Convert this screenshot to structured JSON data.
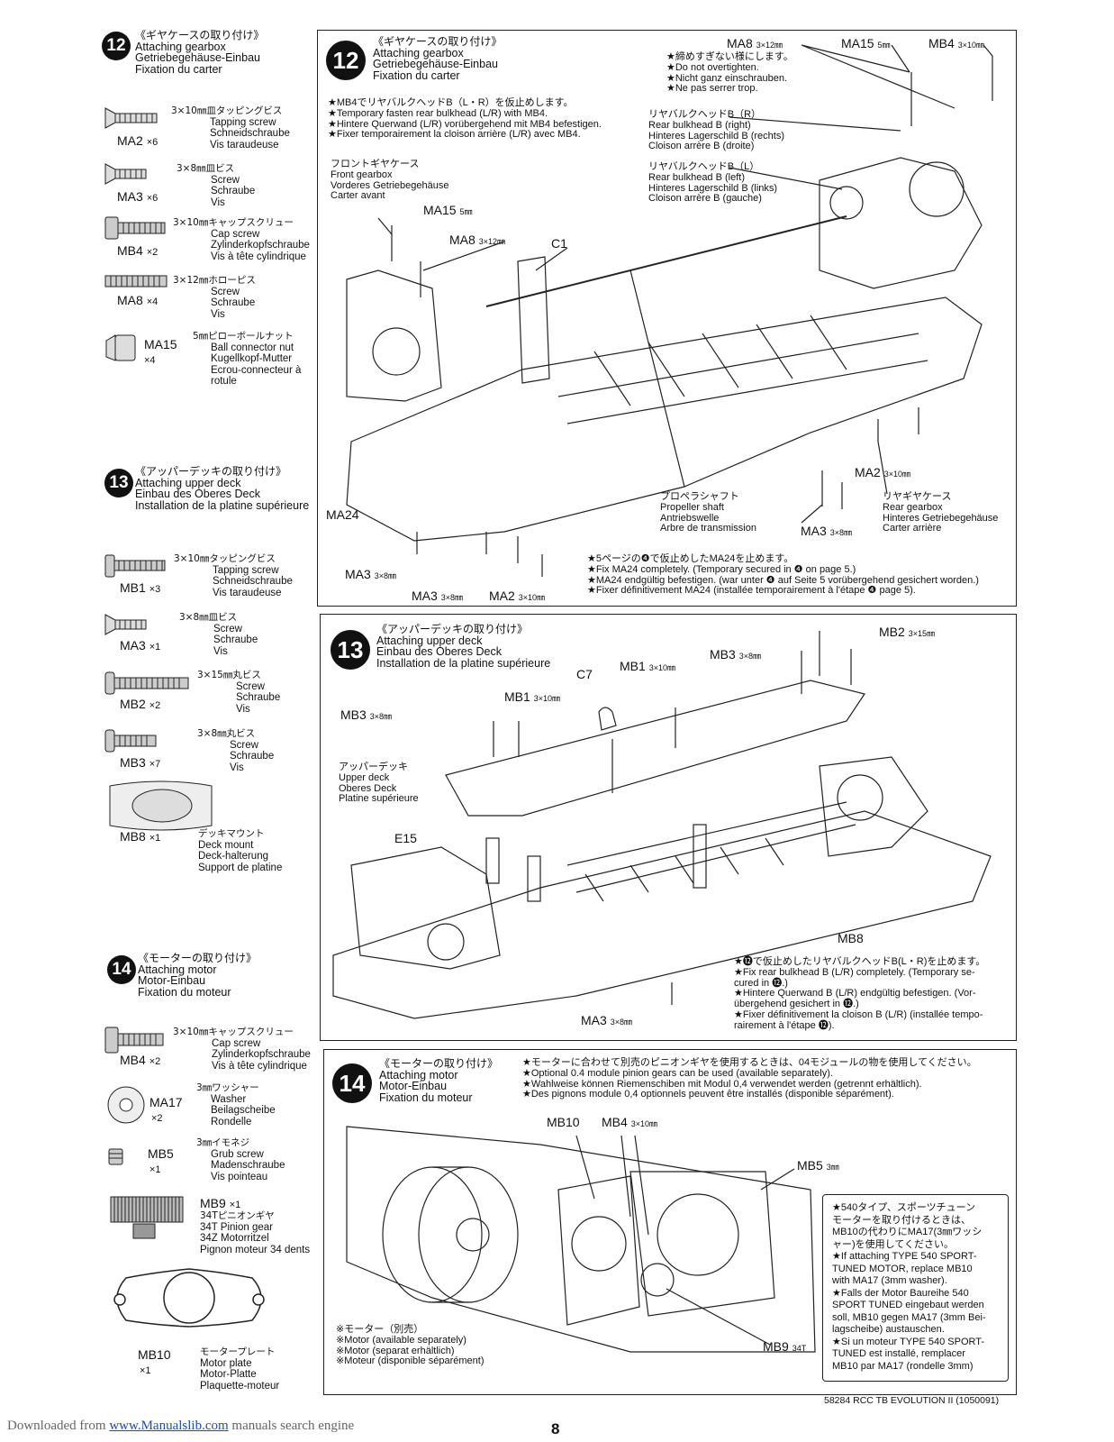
{
  "step12": {
    "num": "12",
    "jp": "《ギヤケースの取り付け》",
    "en": "Attaching gearbox",
    "de": "Getriebegehäuse-Einbau",
    "fr": "Fixation du carter"
  },
  "step13": {
    "num": "13",
    "jp": "《アッパーデッキの取り付け》",
    "en": "Attaching upper deck",
    "de": "Einbau des Oberes Deck",
    "fr": "Installation de la platine supérieure"
  },
  "step14": {
    "num": "14",
    "jp": "《モーターの取り付け》",
    "en": "Attaching motor",
    "de": "Motor-Einbau",
    "fr": "Fixation du moteur"
  },
  "bag12": [
    {
      "code": "MA2",
      "qty": "×6",
      "jp": "3×10㎜皿タッピングビス",
      "en": "Tapping screw",
      "de": "Schneidschraube",
      "fr": "Vis taraudeuse"
    },
    {
      "code": "MA3",
      "qty": "×6",
      "jp": "3×8㎜皿ビス",
      "en": "Screw",
      "de": "Schraube",
      "fr": "Vis"
    },
    {
      "code": "MB4",
      "qty": "×2",
      "jp": "3×10㎜キャップスクリュー",
      "en": "Cap screw",
      "de": "Zylinderkopfschraube",
      "fr": "Vis à tête cylindrique"
    },
    {
      "code": "MA8",
      "qty": "×4",
      "jp": "3×12㎜ホローピス",
      "en": "Screw",
      "de": "Schraube",
      "fr": "Vis"
    },
    {
      "code": "MA15",
      "qty": "×4",
      "jp": "5㎜ピローボールナット",
      "en": "Ball connector nut",
      "de": "Kugellkopf-Mutter",
      "fr": "Ecrou-connecteur à",
      "fr2": "rotule"
    }
  ],
  "bag13": [
    {
      "code": "MB1",
      "qty": "×3",
      "jp": "3×10㎜タッピングビス",
      "en": "Tapping screw",
      "de": "Schneidschraube",
      "fr": "Vis taraudeuse"
    },
    {
      "code": "MA3",
      "qty": "×1",
      "jp": "3×8㎜皿ビス",
      "en": "Screw",
      "de": "Schraube",
      "fr": "Vis"
    },
    {
      "code": "MB2",
      "qty": "×2",
      "jp": "3×15㎜丸ビス",
      "en": "Screw",
      "de": "Schraube",
      "fr": "Vis"
    },
    {
      "code": "MB3",
      "qty": "×7",
      "jp": "3×8㎜丸ビス",
      "en": "Screw",
      "de": "Schraube",
      "fr": "Vis"
    },
    {
      "code": "MB8",
      "qty": "×1",
      "jp": "デッキマウント",
      "en": "Deck mount",
      "de": "Deck-halterung",
      "fr": "Support de platine"
    }
  ],
  "bag14": [
    {
      "code": "MB4",
      "qty": "×2",
      "jp": "3×10㎜キャップスクリュー",
      "en": "Cap screw",
      "de": "Zylinderkopfschraube",
      "fr": "Vis à tête cylindrique"
    },
    {
      "code": "MA17",
      "qty": "×2",
      "jp": "3㎜ワッシャー",
      "en": "Washer",
      "de": "Beilagscheibe",
      "fr": "Rondelle"
    },
    {
      "code": "MB5",
      "qty": "×1",
      "jp": "3㎜イモネジ",
      "en": "Grub screw",
      "de": "Madenschraube",
      "fr": "Vis pointeau"
    },
    {
      "code": "MB9",
      "qty": "×1",
      "jp": "34Tピニオンギヤ",
      "en": "34T Pinion gear",
      "de": "34Z Motorritzel",
      "fr": "Pignon moteur 34 dents"
    },
    {
      "code": "MB10",
      "qty": "×1",
      "jp": "モータープレート",
      "en": "Motor plate",
      "de": "Motor-Platte",
      "fr": "Plaquette-moteur"
    }
  ],
  "panel12": {
    "notes_top": [
      "★MB4でリヤバルクヘッドB（L・R）を仮止めします。",
      "★Temporary fasten rear bulkhead (L/R) with MB4.",
      "★Hintere Querwand (L/R) vorübergehend mit MB4 befestigen.",
      "★Fixer temporairement la cloison arrière (L/R) avec MB4."
    ],
    "tight": [
      "★締めすぎない様にします。",
      "★Do not overtighten.",
      "★Nicht ganz einschrauben.",
      "★Ne pas serrer trop."
    ],
    "front_gearbox": [
      "フロントギヤケース",
      "Front gearbox",
      "Vorderes Getriebegehäuse",
      "Carter avant"
    ],
    "bulk_r": [
      "リヤバルクヘッドB（R）",
      "Rear bulkhead B (right)",
      "Hinteres Lagerschild B (rechts)",
      "Cloison arrère B (droite)"
    ],
    "bulk_l": [
      "リヤバルクヘッドB（L）",
      "Rear bulkhead B (left)",
      "Hinteres Lagerschild B (links)",
      "Cloison arrère B (gauche)"
    ],
    "propshaft": [
      "プロペラシャフト",
      "Propeller shaft",
      "Antriebswelle",
      "Arbre de transmission"
    ],
    "rear_gearbox": [
      "リヤギヤケース",
      "Rear gearbox",
      "Hinteres Getriebegehäuse",
      "Carter arrière"
    ],
    "fix": [
      "★5ページの❹で仮止めしたMA24を止めます。",
      "★Fix MA24 completely. (Temporary secured in ❹ on page 5.)",
      "★MA24 endgültig befestigen. (war unter ❹ auf Seite 5 vorübergehend gesichert worden.)",
      "★Fixer définitivement MA24 (installée temporairement à l'étape ❹ page 5)."
    ],
    "callouts": {
      "ma8_top": "MA8",
      "ma8_top_size": "3×12㎜",
      "ma15_top": "MA15",
      "ma15_top_size": "5㎜",
      "mb4_top": "MB4",
      "mb4_top_size": "3×10㎜",
      "ma15": "MA15",
      "ma15_size": "5㎜",
      "ma8": "MA8",
      "ma8_size": "3×12㎜",
      "c1": "C1",
      "ma24": "MA24",
      "ma2_r": "MA2",
      "ma2_r_size": "3×10㎜",
      "ma3_r": "MA3",
      "ma3_r_size": "3×8㎜",
      "ma3_a": "MA3",
      "ma3_a_size": "3×8㎜",
      "ma3_b": "MA3",
      "ma3_b_size": "3×8㎜",
      "ma2_b": "MA2",
      "ma2_b_size": "3×10㎜"
    }
  },
  "panel13": {
    "upper_deck": [
      "アッパーデッキ",
      "Upper deck",
      "Oberes Deck",
      "Platine supérieure"
    ],
    "fix": [
      "★⓬で仮止めしたリヤバルクヘッドB(L・R)を止めます。",
      "★Fix rear bulkhead B (L/R) completely. (Temporary se-",
      "cured in ⓬.)",
      "★Hintere Querwand B (L/R) endgültig befestigen. (Vor-",
      "übergehend gesichert in ⓬.)",
      "★Fixer définitivement la cloison B (L/R) (installée tempo-",
      "rairement à l'étape ⓬)."
    ],
    "callouts": {
      "mb2": "MB2",
      "mb2_size": "3×15㎜",
      "mb3_top": "MB3",
      "mb3_top_size": "3×8㎜",
      "mb1_top": "MB1",
      "mb1_top_size": "3×10㎜",
      "c7": "C7",
      "mb1": "MB1",
      "mb1_size": "3×10㎜",
      "mb3": "MB3",
      "mb3_size": "3×8㎜",
      "e15": "E15",
      "mb8": "MB8",
      "ma3": "MA3",
      "ma3_size": "3×8㎜"
    }
  },
  "panel14": {
    "notes": [
      "★モーターに合わせて別売のピニオンギヤを使用するときは、04モジュールの物を使用してください。",
      "★Optional 0.4 module pinion gears can be used (available separately).",
      "★Wahlweise können Riemenschiben mit Modul 0,4 verwendet werden (getrennt erhältlich).",
      "★Des pignons module 0,4 optionnels peuvent être installés (disponible séparément)."
    ],
    "box": [
      "★540タイプ、スポーツチューン",
      "モーターを取り付けるときは、",
      "MB10の代わりにMA17(3㎜ワッシ",
      "ャー)を使用してください。",
      "★If attaching TYPE 540 SPORT-",
      "TUNED MOTOR, replace MB10",
      "with MA17 (3mm washer).",
      "★Falls der Motor Baureihe 540",
      "SPORT TUNED eingebaut werden",
      "soll, MB10 gegen MA17 (3mm Bei-",
      "lagscheibe) austauschen.",
      "★Si un moteur TYPE 540 SPORT-",
      "TUNED est installé, remplacer",
      "MB10 par MA17 (rondelle 3mm)"
    ],
    "motor": [
      "※モーター（別売）",
      "※Motor (available separately)",
      "※Motor (separat erhältlich)",
      "※Moteur (disponible séparément)"
    ],
    "callouts": {
      "mb10": "MB10",
      "mb4": "MB4",
      "mb4_size": "3×10㎜",
      "mb5": "MB5",
      "mb5_size": "3㎜",
      "mb9": "MB9",
      "mb9_size": "34T"
    }
  },
  "footer": {
    "page": "8",
    "model": "58284 RCC TB EVOLUTION II (1050091)",
    "downloaded": "Downloaded from",
    "link": "www.Manualslib.com",
    "tail": "manuals search engine"
  }
}
